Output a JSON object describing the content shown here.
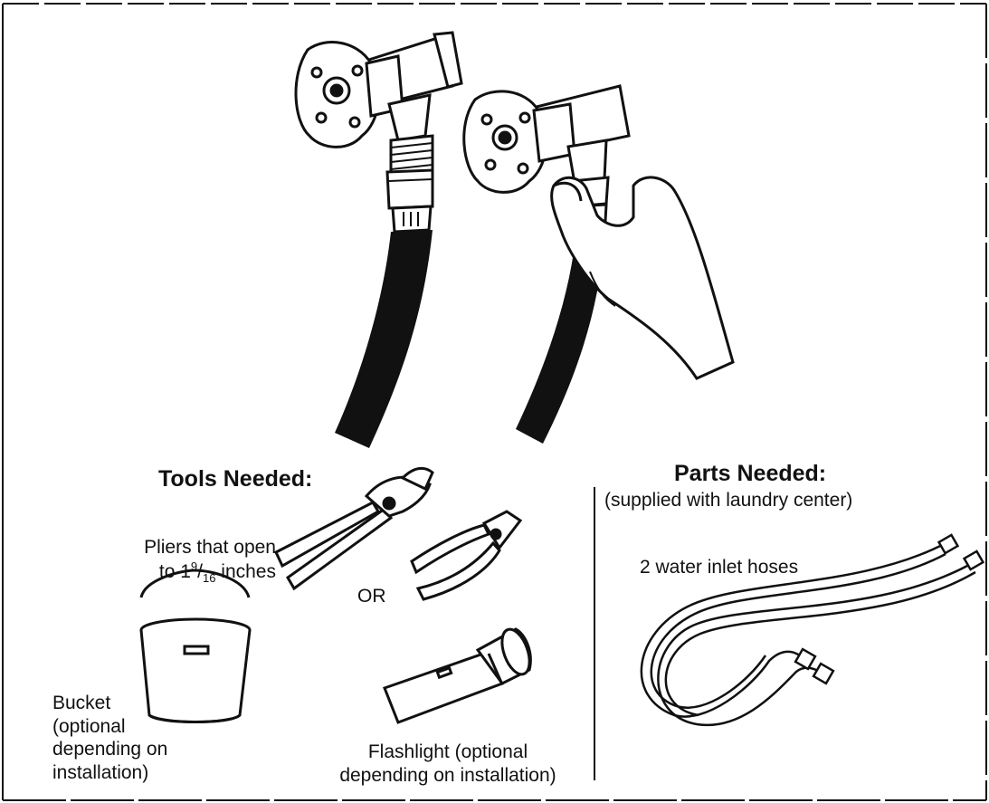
{
  "tools": {
    "heading": "Tools Needed:",
    "pliers_label_line1": "Pliers that open",
    "pliers_label_prefix": "to 1",
    "pliers_frac_num": "9",
    "pliers_frac_den": "16",
    "pliers_label_suffix": " inches",
    "or_label": "OR",
    "bucket_label": [
      "Bucket",
      "(optional",
      "depending on",
      "installation)"
    ],
    "flashlight_label": [
      "Flashlight (optional",
      "depending on installation)"
    ]
  },
  "parts": {
    "heading": "Parts Needed:",
    "subheading": "(supplied with laundry center)",
    "hoses_label": "2 water inlet hoses"
  },
  "icons": [
    "faucet-icon",
    "hose-icon",
    "hand-icon",
    "pliers-icon",
    "bucket-icon",
    "flashlight-icon",
    "inlet-hoses-icon"
  ]
}
